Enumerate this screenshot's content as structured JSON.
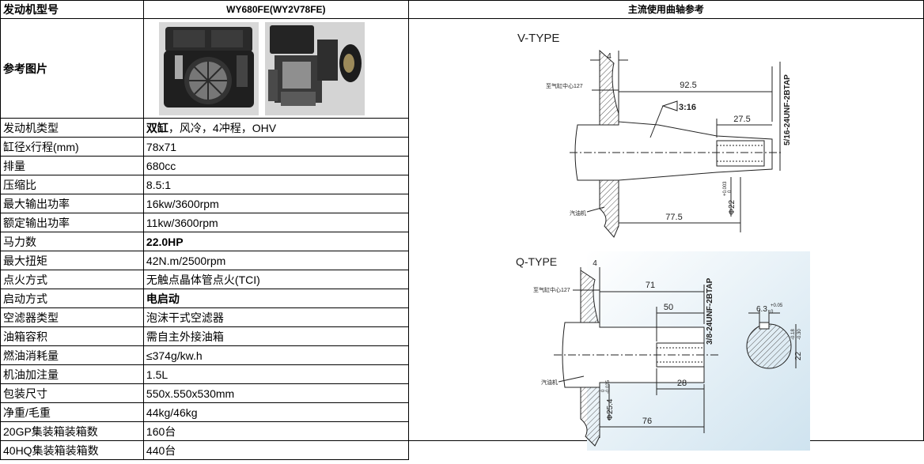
{
  "header": {
    "label": "发动机型号",
    "model": "WY680FE(WY2V78FE)",
    "ref_title": "主流使用曲轴参考"
  },
  "photo_row": {
    "label": "参考图片"
  },
  "engine_type": {
    "label": "发动机类型",
    "value_bold": "双缸",
    "value_rest": "，风冷，4冲程，OHV"
  },
  "specs": [
    {
      "label": "缸径x行程(mm)",
      "value": "78x71",
      "bold": false
    },
    {
      "label": "排量",
      "value": "680cc",
      "bold": false
    },
    {
      "label": "压缩比",
      "value": "8.5:1",
      "bold": false
    },
    {
      "label": "最大输出功率",
      "value": "16kw/3600rpm",
      "bold": false
    },
    {
      "label": "额定输出功率",
      "value": "11kw/3600rpm",
      "bold": false
    },
    {
      "label": "马力数",
      "value": "22.0HP",
      "bold": true
    },
    {
      "label": "最大扭矩",
      "value": "42N.m/2500rpm",
      "bold": false
    },
    {
      "label": "点火方式",
      "value": "无触点晶体管点火(TCI)",
      "bold": false
    },
    {
      "label": "启动方式",
      "value": "电启动",
      "bold": true
    },
    {
      "label": "空滤器类型",
      "value": "泡沫干式空滤器",
      "bold": false
    },
    {
      "label": "油箱容积",
      "value": "需自主外接油箱",
      "bold": false
    },
    {
      "label": "燃油消耗量",
      "value": "≤374g/kw.h",
      "bold": false
    },
    {
      "label": "机油加注量",
      "value": "1.5L",
      "bold": false
    },
    {
      "label": "包装尺寸",
      "value": "550x.550x530mm",
      "bold": false
    },
    {
      "label": "净重/毛重",
      "value": "44kg/46kg",
      "bold": false
    },
    {
      "label": "20GP集装箱装箱数",
      "value": "160台",
      "bold": false
    },
    {
      "label": "40HQ集装箱装箱数",
      "value": "440台",
      "bold": false
    }
  ],
  "v_type": {
    "title": "V-TYPE",
    "dim_4": "4",
    "dim_92_5": "92.5",
    "taper": "3:16",
    "dim_27_5": "27.5",
    "thread": "5/16-24UNF-2BTAP",
    "dim_77_5": "77.5",
    "dia": "Φ22",
    "tol_up": "+0.003",
    "tol_low": "0",
    "cyl_center": "至气缸中心127",
    "fuel_pump": "汽油机"
  },
  "q_type": {
    "title": "Q-TYPE",
    "dim_4": "4",
    "dim_71": "71",
    "thread": "3/8-24UNF-2BTAP",
    "dim_50": "50",
    "dim_28": "28",
    "dim_76": "76",
    "dia": "Φ25.4",
    "tol_up": "0",
    "tol_low": "-0.025",
    "key": "6.3",
    "key_up": "+0.05",
    "key_low": "0",
    "dim_22": "22",
    "d22_up": "-0.18",
    "d22_low": "-0.30",
    "cyl_center": "至气缸中心127",
    "fuel_pump": "汽油机"
  },
  "colors": {
    "border": "#000000",
    "q_gradient": "#cfe3ef"
  }
}
